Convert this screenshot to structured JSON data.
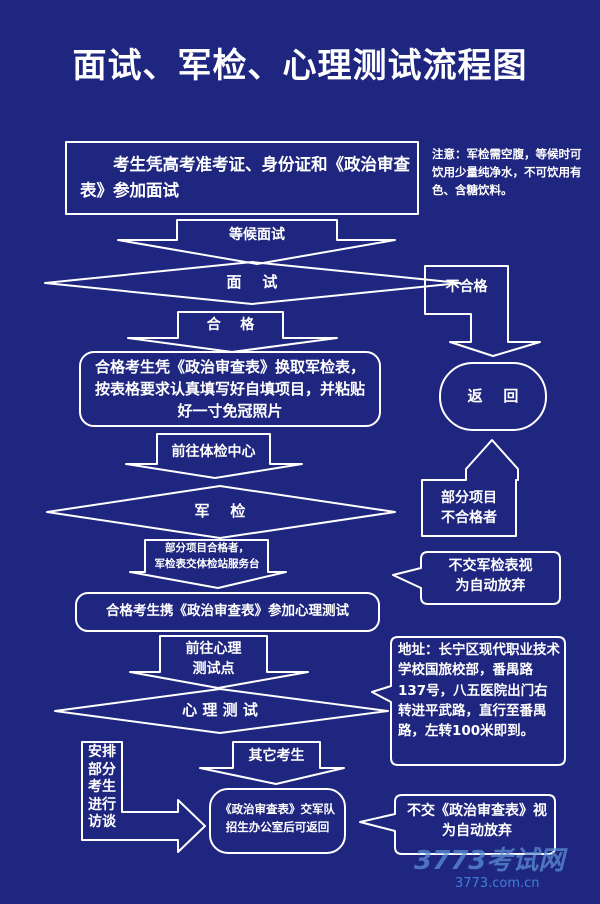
{
  "title": "面试、军检、心理测试流程图",
  "note": "注意：军检需空腹，等候时可饮用少量纯净水，不可饮用有色、含糖饮料。",
  "steps": {
    "s1": "考生凭高考准考证、身份证和《政治审查表》参加面试",
    "wait": "等候面试",
    "interview": "面    试",
    "fail": "不合格",
    "pass": "合    格",
    "s2": "合格考生凭《政治审查表》换取军检表，按表格要求认真填写好自填项目，并粘贴好一寸免冠照片",
    "return": "返    回",
    "goto_medical": "前往体检中心",
    "partial_fail": "部分项目\n不合格者",
    "medical": "军    检",
    "partial_pass": "部分项目合格者，\n军检表交体检站服务台",
    "no_form": "不交军检表视\n为自动放弃",
    "s3": "合格考生携《政治审查表》参加心理测试",
    "goto_psy": "前往心理\n测试点",
    "address": "地址：长宁区现代职业技术学校国旅校部，番禺路137号，八五医院出门右转进平武路，直行至番禺路，左转100米即到。",
    "psy": "心 理 测 试",
    "arrange": "安排\n部分\n考生\n进行\n访谈",
    "others": "其它考生",
    "final": "《政治审查表》交军队\n招生办公室后可返回",
    "no_review": "不交《政治审查表》视为自动放弃"
  },
  "watermark": {
    "logo": "3773考试网",
    "url": "3773.com.cn"
  },
  "colors": {
    "background": "#1f2680",
    "stroke": "#ffffff"
  }
}
